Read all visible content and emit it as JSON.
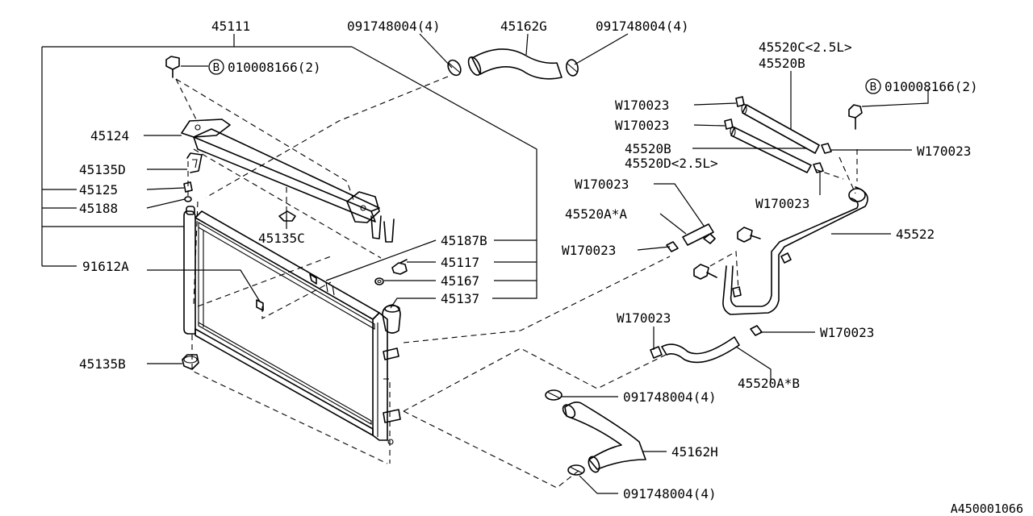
{
  "diagram_code": "A450001066",
  "badge_letter": "B",
  "labels": {
    "l_45111": "45111",
    "l_091748004_tl": "091748004(4)",
    "l_45162G": "45162G",
    "l_091748004_tr": "091748004(4)",
    "l_45520C": "45520C<2.5L>",
    "l_45520B_top": "45520B",
    "l_010008166_l": "010008166(2)",
    "l_010008166_r": "010008166(2)",
    "l_W170023_1": "W170023",
    "l_W170023_2": "W170023",
    "l_W170023_3": "W170023",
    "l_45520B_mid": "45520B",
    "l_45520D": "45520D<2.5L>",
    "l_45124": "45124",
    "l_45135D": "45135D",
    "l_45125": "45125",
    "l_45188": "45188",
    "l_45135C": "45135C",
    "l_W170023_4": "W170023",
    "l_W170023_5": "W170023",
    "l_45520AA": "45520A*A",
    "l_45522": "45522",
    "l_W170023_6": "W170023",
    "l_45187B": "45187B",
    "l_45117": "45117",
    "l_91612A": "91612A",
    "l_45167": "45167",
    "l_45137": "45137",
    "l_W170023_7": "W170023",
    "l_W170023_8": "W170023",
    "l_45135B": "45135B",
    "l_45520AB": "45520A*B",
    "l_091748004_br1": "091748004(4)",
    "l_45162H": "45162H",
    "l_091748004_br2": "091748004(4)"
  }
}
